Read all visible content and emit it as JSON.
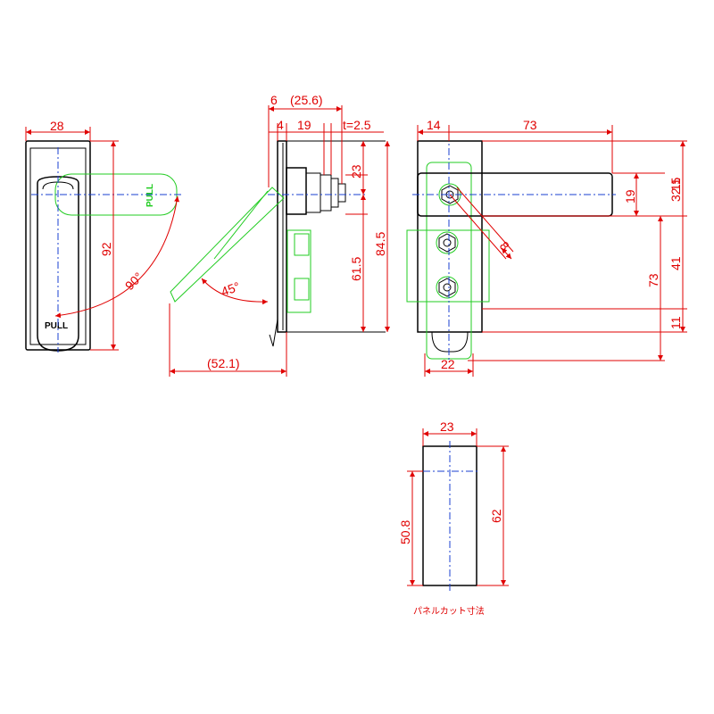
{
  "front_view": {
    "width_label": "28",
    "height_label": "92",
    "angle_label": "90°",
    "pull_label": "PULL",
    "pull_label_rotated": "PULL"
  },
  "side_view": {
    "dim_6": "6",
    "dim_25_6": "(25.6)",
    "dim_4": "4",
    "dim_19": "19",
    "dim_t": "t=2.5",
    "dim_23": "23",
    "dim_84_5": "84.5",
    "dim_61_5": "61.5",
    "angle_label": "45°",
    "dim_52_1": "(52.1)"
  },
  "rear_view": {
    "dim_14": "14",
    "dim_73_top": "73",
    "dim_11_top": "11",
    "dim_32_5": "32.5",
    "dim_19": "19",
    "dim_41": "41",
    "dim_73_right": "73",
    "dim_11_bottom": "11",
    "dim_22": "22",
    "dim_8": "8"
  },
  "panel_cutout": {
    "dim_width": "23",
    "dim_50_8": "50.8",
    "dim_62": "62",
    "caption": "パネルカット寸法"
  },
  "colors": {
    "outline": "#000000",
    "dimension": "#e00000",
    "hidden_part": "#22cc22",
    "centerline": "#1a3fd0"
  }
}
